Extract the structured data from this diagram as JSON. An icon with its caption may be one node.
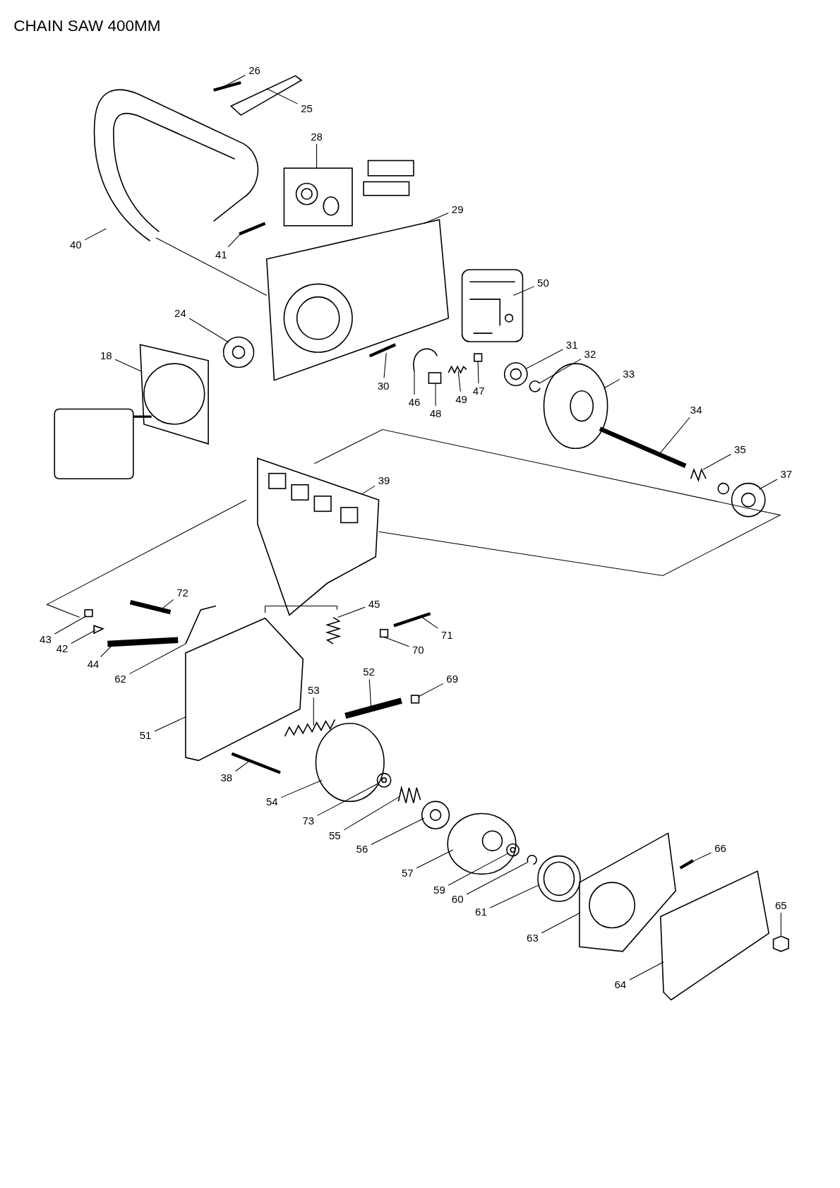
{
  "diagram": {
    "title": "CHAIN SAW 400MM",
    "nodes": [
      {
        "text": [
          "26"
        ]
      },
      {
        "text": [
          "25"
        ]
      },
      {
        "text": [
          "28"
        ]
      },
      {
        "text": [
          "29"
        ]
      },
      {
        "text": [
          "40"
        ]
      },
      {
        "text": [
          "41"
        ]
      },
      {
        "text": [
          "50"
        ]
      },
      {
        "text": [
          "24"
        ]
      },
      {
        "text": [
          "31"
        ]
      },
      {
        "text": [
          "18"
        ]
      },
      {
        "text": [
          "32"
        ]
      },
      {
        "text": [
          "33"
        ]
      },
      {
        "text": [
          "30"
        ]
      },
      {
        "text": [
          "47"
        ]
      },
      {
        "text": [
          "49"
        ]
      },
      {
        "text": [
          "46"
        ]
      },
      {
        "text": [
          "48"
        ]
      },
      {
        "text": [
          "34"
        ]
      },
      {
        "text": [
          "35"
        ]
      },
      {
        "text": [
          "37"
        ]
      },
      {
        "text": [
          "39"
        ]
      },
      {
        "text": [
          "72"
        ]
      },
      {
        "text": [
          "45"
        ]
      },
      {
        "text": [
          "71"
        ]
      },
      {
        "text": [
          "43"
        ]
      },
      {
        "text": [
          "42"
        ]
      },
      {
        "text": [
          "70"
        ]
      },
      {
        "text": [
          "44"
        ]
      },
      {
        "text": [
          "52"
        ]
      },
      {
        "text": [
          "62"
        ]
      },
      {
        "text": [
          "69"
        ]
      },
      {
        "text": [
          "53"
        ]
      },
      {
        "text": [
          "51"
        ]
      },
      {
        "text": [
          "38"
        ]
      },
      {
        "text": [
          "54"
        ]
      },
      {
        "text": [
          "73"
        ]
      },
      {
        "text": [
          "55"
        ]
      },
      {
        "text": [
          "56"
        ]
      },
      {
        "text": [
          "66"
        ]
      },
      {
        "text": [
          "57"
        ]
      },
      {
        "text": [
          "59"
        ]
      },
      {
        "text": [
          "60"
        ]
      },
      {
        "text": [
          "65"
        ]
      },
      {
        "text": [
          "61"
        ]
      },
      {
        "text": [
          "63"
        ]
      },
      {
        "text": [
          "64"
        ]
      },
      {
        "text": [],
        "shape": "picture"
      },
      {
        "text": [],
        "shape": "picture"
      },
      {
        "text": [],
        "shape": "picture"
      },
      {
        "text": [],
        "shape": "picture"
      },
      {
        "text": [],
        "shape": "picture"
      },
      {
        "text": [],
        "shape": "picture"
      },
      {
        "text": [],
        "shape": "picture"
      },
      {
        "text": [],
        "shape": "picture"
      },
      {
        "text": [],
        "shape": "picture"
      },
      {
        "text": [],
        "shape": "picture"
      },
      {
        "text": [],
        "shape": "picture"
      },
      {
        "text": [],
        "shape": "picture"
      },
      {
        "text": [],
        "shape": "picture"
      },
      {
        "text": [],
        "shape": "box"
      },
      {
        "text": [],
        "shape": "picture"
      },
      {
        "text": [],
        "shape": "picture"
      },
      {
        "text": [],
        "shape": "picture"
      },
      {
        "text": [],
        "shape": "picture"
      },
      {
        "text": [],
        "shape": "picture"
      },
      {
        "text": [],
        "shape": "picture"
      },
      {
        "text": [],
        "shape": "picture"
      },
      {
        "text": [],
        "shape": "picture"
      },
      {
        "text": [],
        "shape": "picture"
      },
      {
        "text": [],
        "shape": "picture"
      },
      {
        "text": [],
        "shape": "box"
      },
      {
        "text": [],
        "shape": "picture"
      },
      {
        "text": [],
        "shape": "box"
      },
      {
        "text": [],
        "shape": "picture"
      },
      {
        "text": [],
        "shape": "picture"
      },
      {
        "text": [],
        "shape": "picture"
      },
      {
        "text": [],
        "shape": "box"
      },
      {
        "text": [],
        "shape": "picture"
      },
      {
        "text": [],
        "shape": "picture"
      },
      {
        "text": [],
        "shape": "picture"
      },
      {
        "text": [],
        "shape": "circle"
      },
      {
        "text": [],
        "shape": "picture"
      },
      {
        "text": [],
        "shape": "picture"
      },
      {
        "text": [],
        "shape": "picture"
      },
      {
        "text": [],
        "shape": "picture"
      },
      {
        "text": [],
        "shape": "picture"
      },
      {
        "text": [],
        "shape": "picture"
      },
      {
        "text": [],
        "shape": "picture"
      },
      {
        "text": [],
        "shape": "picture"
      },
      {
        "text": [],
        "shape": "picture"
      },
      {
        "text": [],
        "shape": "picture"
      },
      {
        "text": [],
        "shape": "picture"
      }
    ],
    "edges": [
      {
        "from": 0,
        "to": 46,
        "arrow": "none"
      },
      {
        "from": 1,
        "to": 47,
        "arrow": "none"
      },
      {
        "from": 2,
        "to": 48,
        "arrow": "none"
      },
      {
        "from": 3,
        "to": 49,
        "arrow": "none"
      },
      {
        "from": 4,
        "to": 50,
        "arrow": "none"
      },
      {
        "from": 5,
        "to": 51,
        "arrow": "none"
      },
      {
        "from": 6,
        "to": 52,
        "arrow": "none"
      },
      {
        "from": 7,
        "to": 53,
        "arrow": "none"
      },
      {
        "from": 8,
        "to": 54,
        "arrow": "none"
      },
      {
        "from": 9,
        "to": 55,
        "arrow": "none"
      },
      {
        "from": 10,
        "to": 56,
        "arrow": "none"
      },
      {
        "from": 11,
        "to": 57,
        "arrow": "none"
      },
      {
        "from": 12,
        "to": 58,
        "arrow": "none"
      },
      {
        "from": 13,
        "to": 59,
        "arrow": "none"
      },
      {
        "from": 14,
        "to": 60,
        "arrow": "none"
      },
      {
        "from": 15,
        "to": 61,
        "arrow": "none"
      },
      {
        "from": 16,
        "to": 62,
        "arrow": "none"
      },
      {
        "from": 17,
        "to": 63,
        "arrow": "none"
      },
      {
        "from": 18,
        "to": 64,
        "arrow": "none"
      },
      {
        "from": 19,
        "to": 65,
        "arrow": "none"
      },
      {
        "from": 20,
        "to": 66,
        "arrow": "none"
      },
      {
        "from": 21,
        "to": 67,
        "arrow": "none"
      },
      {
        "from": 22,
        "to": 68,
        "arrow": "none"
      },
      {
        "from": 23,
        "to": 69,
        "arrow": "none"
      },
      {
        "from": 24,
        "to": 70,
        "arrow": "none"
      },
      {
        "from": 25,
        "to": 71,
        "arrow": "none"
      },
      {
        "from": 26,
        "to": 72,
        "arrow": "none"
      },
      {
        "from": 27,
        "to": 73,
        "arrow": "none"
      },
      {
        "from": 28,
        "to": 74,
        "arrow": "none"
      },
      {
        "from": 29,
        "to": 75,
        "arrow": "none"
      },
      {
        "from": 30,
        "to": 76,
        "arrow": "none"
      },
      {
        "from": 31,
        "to": 77,
        "arrow": "none"
      },
      {
        "from": 32,
        "to": 78,
        "arrow": "none"
      },
      {
        "from": 33,
        "to": 79,
        "arrow": "none"
      },
      {
        "from": 34,
        "to": 80,
        "arrow": "none"
      },
      {
        "from": 35,
        "to": 81,
        "arrow": "none"
      },
      {
        "from": 36,
        "to": 82,
        "arrow": "none"
      },
      {
        "from": 37,
        "to": 83,
        "arrow": "none"
      },
      {
        "from": 38,
        "to": 84,
        "arrow": "none"
      },
      {
        "from": 39,
        "to": 85,
        "arrow": "none"
      },
      {
        "from": 40,
        "to": 86,
        "arrow": "none"
      },
      {
        "from": 41,
        "to": 87,
        "arrow": "none"
      },
      {
        "from": 42,
        "to": 88,
        "arrow": "none"
      },
      {
        "from": 43,
        "to": 89,
        "arrow": "none"
      },
      {
        "from": 44,
        "to": 90,
        "arrow": "none"
      },
      {
        "from": 45,
        "to": 91,
        "arrow": "none"
      },
      {
        "from": 50,
        "to": 49,
        "arrow": "none"
      }
    ]
  }
}
